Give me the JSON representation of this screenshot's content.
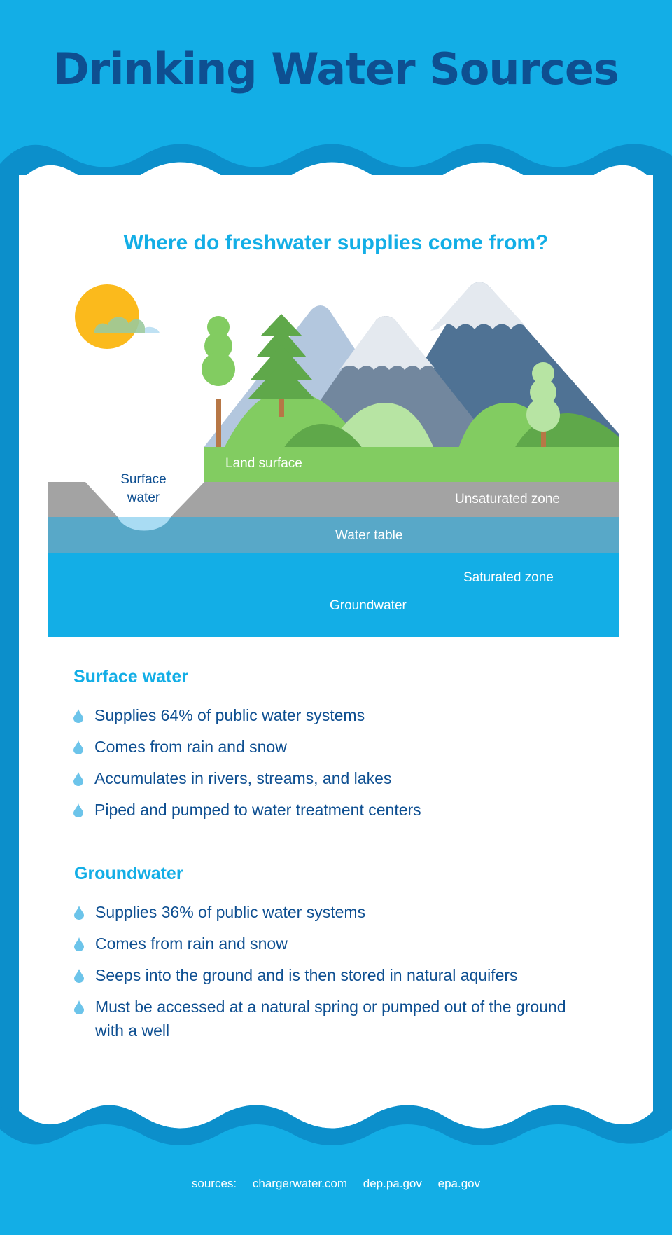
{
  "title": "Drinking Water Sources",
  "subtitle": "Where do freshwater supplies come from?",
  "diagram": {
    "labels": {
      "surface_water_line1": "Surface",
      "surface_water_line2": "water",
      "land_surface": "Land surface",
      "unsaturated_zone": "Unsaturated zone",
      "water_table": "Water table",
      "saturated_zone": "Saturated zone",
      "groundwater": "Groundwater"
    },
    "colors": {
      "sky_sun": "#fbba1c",
      "grass": "#82cc61",
      "dark_grass": "#5fa84a",
      "light_grass": "#b7e4a3",
      "soil_gray": "#a3a3a3",
      "water_table": "#58a8c8",
      "saturated": "#13aee6",
      "mountain_light": "#b3c7de",
      "mountain_mid": "#72879e",
      "mountain_dark": "#4f7294",
      "snow": "#e4e9ef"
    }
  },
  "sections": [
    {
      "title": "Surface water",
      "items": [
        "Supplies 64% of public water systems",
        "Comes from rain and snow",
        "Accumulates in rivers, streams, and lakes",
        "Piped and pumped to water treatment centers"
      ]
    },
    {
      "title": "Groundwater",
      "items": [
        "Supplies 36% of public water systems",
        "Comes from rain and snow",
        "Seeps into the ground and is then stored in natural aquifers",
        "Must be accessed at a natural spring or pumped out of the ground with a well"
      ]
    }
  ],
  "sources": {
    "label": "sources:",
    "items": [
      "chargerwater.com",
      "dep.pa.gov",
      "epa.gov"
    ]
  },
  "colors": {
    "background": "#13aee6",
    "wave_dark": "#0c8fcb",
    "title_navy": "#0e4f91",
    "accent": "#13aee6",
    "drop": "#6cc4ea"
  }
}
